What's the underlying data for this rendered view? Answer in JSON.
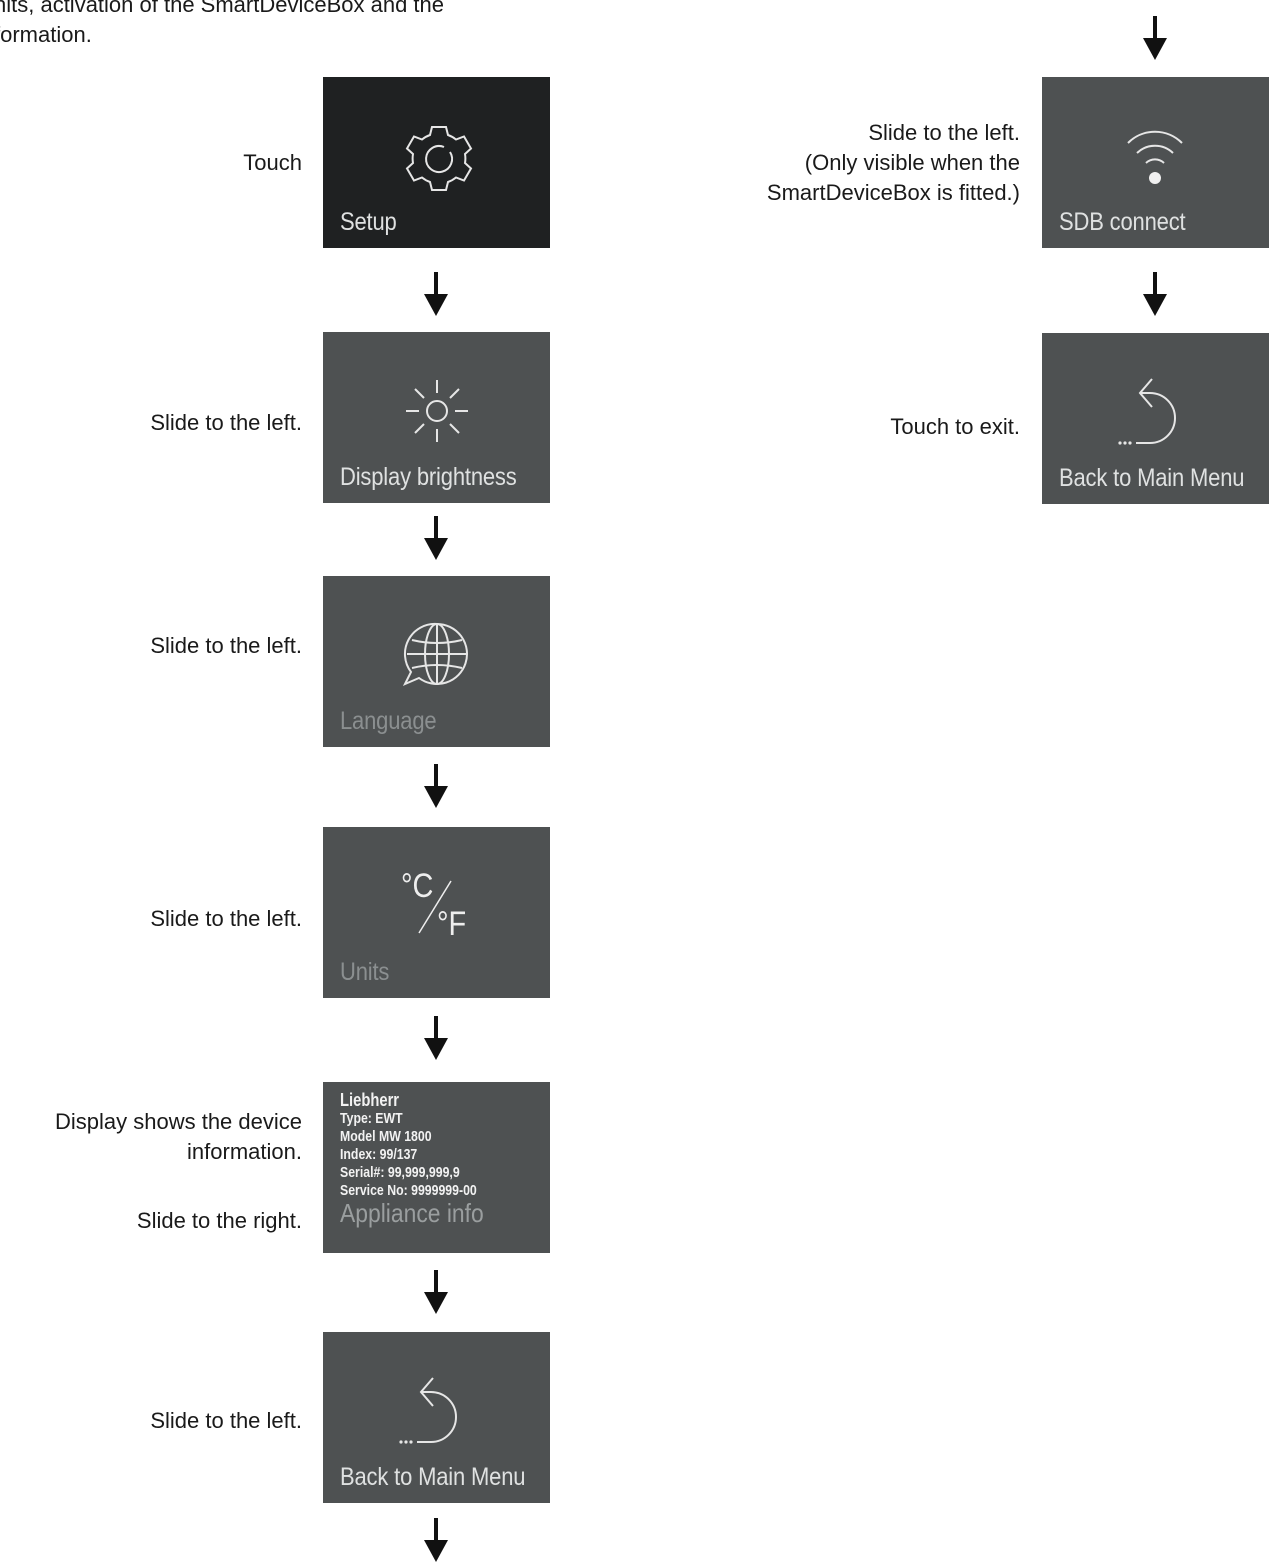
{
  "intro": "nits, activation of the SmartDeviceBox and the\nformation.",
  "steps": {
    "setup": {
      "caption": "Touch",
      "label": "Setup",
      "icon": "gear-icon"
    },
    "brightness": {
      "caption": "Slide to the left.",
      "label": "Display brightness",
      "icon": "sun-icon"
    },
    "language": {
      "caption": "Slide to the left.",
      "label": "Language",
      "icon": "globe-speech-icon"
    },
    "units": {
      "caption": "Slide to the left.",
      "label": "Units",
      "icon": "celsius-fahrenheit-icon",
      "c_text": "°C",
      "f_text": "°F"
    },
    "info": {
      "caption": "Display shows the device\ninformation.",
      "caption2": "Slide to the right.",
      "lines": [
        "Liebherr",
        "Type: EWT",
        "Model MW 1800",
        "Index: 99/137",
        "Serial#: 99,999,999,9",
        "Service No: 9999999-00"
      ],
      "label": "Appliance info"
    },
    "back1": {
      "caption": "Slide to the left.",
      "label": "Back to Main Menu",
      "icon": "back-arrow-icon",
      "dots": "..."
    },
    "sdb": {
      "caption": "Slide to the left.\n(Only visible when the\nSmartDeviceBox is fitted.)",
      "label": "SDB connect",
      "icon": "wifi-icon"
    },
    "back2": {
      "caption": "Touch to exit.",
      "label": "Back to Main Menu",
      "icon": "back-arrow-icon",
      "dots": "..."
    }
  }
}
